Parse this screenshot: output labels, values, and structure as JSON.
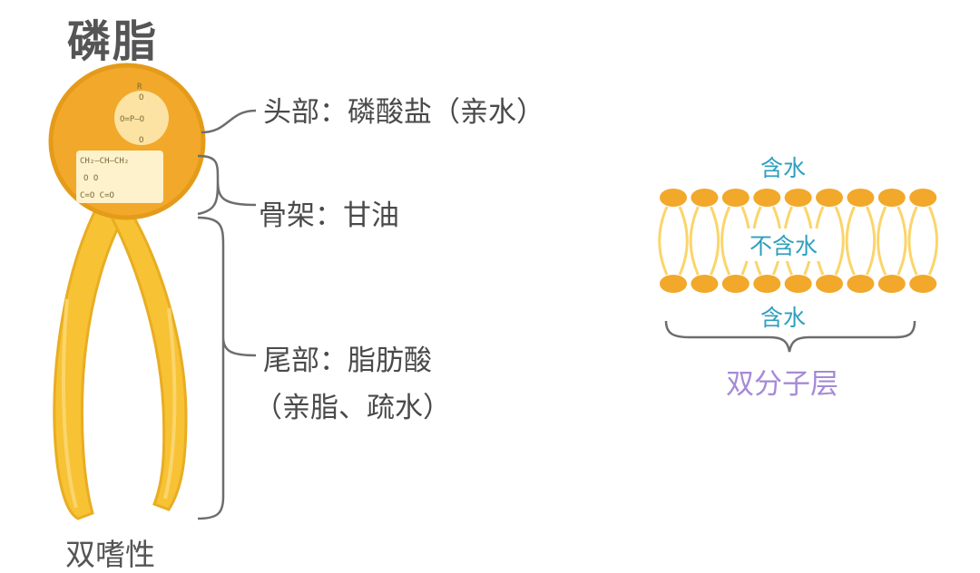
{
  "title": "磷脂",
  "labels": {
    "head": "头部：磷酸盐（亲水）",
    "backbone": "骨架：甘油",
    "tail_line1": "尾部：脂肪酸",
    "tail_line2": "（亲脂、疏水）",
    "amphiphilic": "双嗜性"
  },
  "chemistry": {
    "r": "R",
    "phosphate": "O=P–O",
    "o_top": "O",
    "o_bottom": "O",
    "glycerol": "CH₂–CH–CH₂",
    "ester_o": "O    O",
    "carbonyl": "C=O  C=O"
  },
  "bilayer": {
    "top_label": "含水",
    "middle_label": "不含水",
    "bottom_label": "含水",
    "name": "双分子层",
    "head_count_per_row": 9
  },
  "colors": {
    "head_fill": "#f2a82a",
    "head_stroke": "#e59b1a",
    "tail_fill": "#f7c234",
    "tail_light": "#fbd56b",
    "phosphate_bg": "#fce3a3",
    "glycerol_bg": "#fdf2cc",
    "bracket": "#6d6d6d",
    "water_text": "#2f9fbd",
    "bilayer_name": "#a58ad6"
  }
}
